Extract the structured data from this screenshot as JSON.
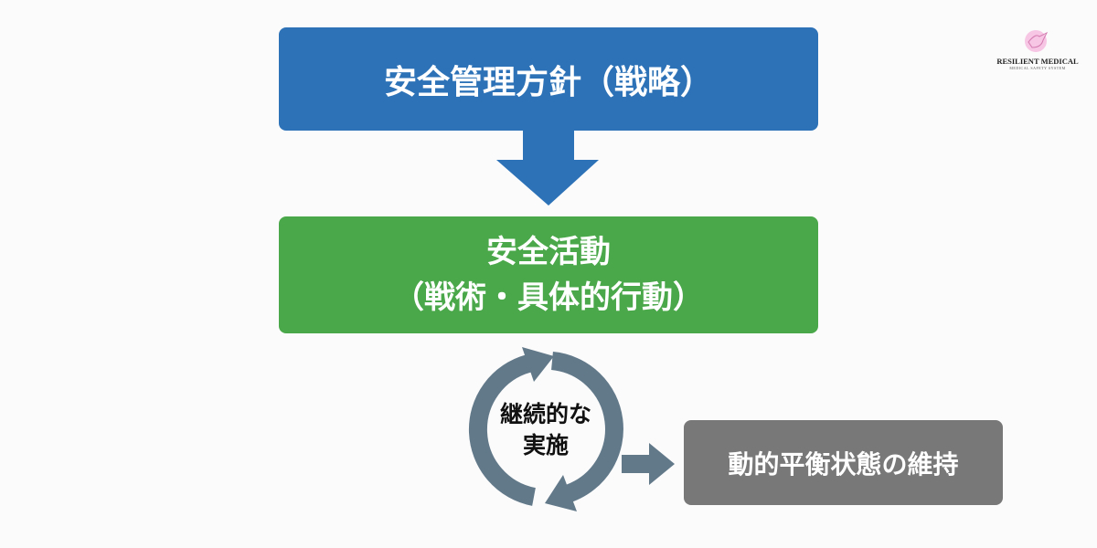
{
  "logo": {
    "name": "RESILIENT MEDICAL",
    "subtitle": "MEDICAL SAFETY SYSTEM",
    "icon": "dove-icon"
  },
  "strategy_box": {
    "label": "安全管理方針（戦略）",
    "color": "#2d72b7"
  },
  "activity_box": {
    "line1": "安全活動",
    "line2": "（戦術・具体的行動）",
    "color": "#4aa74a"
  },
  "cycle": {
    "line1": "継続的な",
    "line2": "実施",
    "color": "#62798a"
  },
  "result_box": {
    "label": "動的平衡状態の維持",
    "color": "#787878"
  }
}
